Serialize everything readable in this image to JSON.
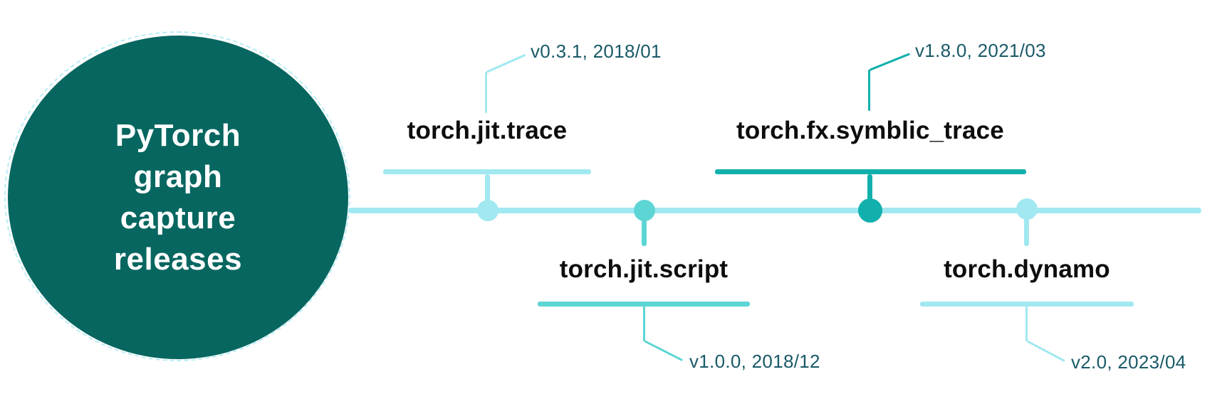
{
  "title": {
    "text": "PyTorch\ngraph\ncapture\nreleases"
  },
  "colors": {
    "circle_fill": "#076660",
    "timeline_light_cyan": "#a1e8f1",
    "turquoise": "#5ed5d5",
    "teal": "#11b0ac",
    "annotation_text": "#1a5a68",
    "label_text": "#0d0d0d",
    "circle_title_text": "#ffffff"
  },
  "timeline": {
    "milestones": [
      {
        "label": "torch.jit.trace",
        "annotation": "v0.3.1, 2018/01",
        "position": "above",
        "color": "#a1e8f1"
      },
      {
        "label": "torch.jit.script",
        "annotation": "v1.0.0, 2018/12",
        "position": "below",
        "color": "#5ed5d5"
      },
      {
        "label": "torch.fx.symblic_trace",
        "annotation": "v1.8.0, 2021/03",
        "position": "above",
        "color": "#11b0ac"
      },
      {
        "label": "torch.dynamo",
        "annotation": "v2.0, 2023/04",
        "position": "below",
        "color": "#a1e8f1"
      }
    ]
  }
}
